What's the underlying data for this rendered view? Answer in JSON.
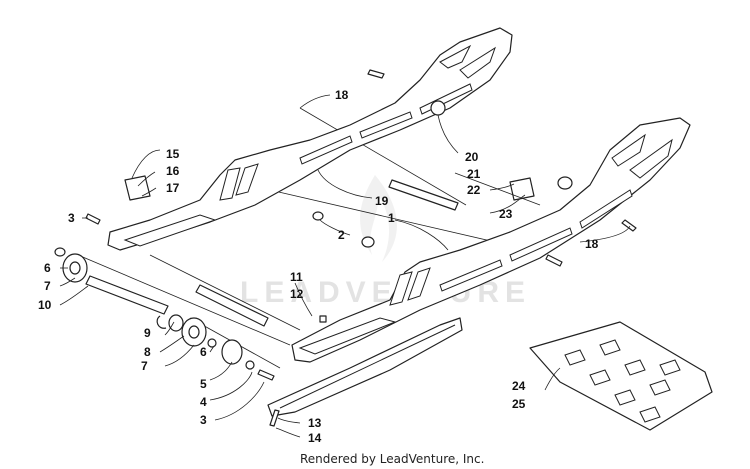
{
  "watermark": "LEADVENTURE",
  "credit": "Rendered by LeadVenture, Inc.",
  "callouts": [
    {
      "id": "c15",
      "text": "15"
    },
    {
      "id": "c16",
      "text": "16"
    },
    {
      "id": "c17",
      "text": "17"
    },
    {
      "id": "c18a",
      "text": "18"
    },
    {
      "id": "c18b",
      "text": "18"
    },
    {
      "id": "c20",
      "text": "20"
    },
    {
      "id": "c21",
      "text": "21"
    },
    {
      "id": "c22",
      "text": "22"
    },
    {
      "id": "c23",
      "text": "23"
    },
    {
      "id": "c19",
      "text": "19"
    },
    {
      "id": "c1",
      "text": "1"
    },
    {
      "id": "c2",
      "text": "2"
    },
    {
      "id": "c3a",
      "text": "3"
    },
    {
      "id": "c3b",
      "text": "3"
    },
    {
      "id": "c6a",
      "text": "6"
    },
    {
      "id": "c6b",
      "text": "6"
    },
    {
      "id": "c7a",
      "text": "7"
    },
    {
      "id": "c7b",
      "text": "7"
    },
    {
      "id": "c10",
      "text": "10"
    },
    {
      "id": "c11",
      "text": "11"
    },
    {
      "id": "c12",
      "text": "12"
    },
    {
      "id": "c9",
      "text": "9"
    },
    {
      "id": "c8",
      "text": "8"
    },
    {
      "id": "c5",
      "text": "5"
    },
    {
      "id": "c4",
      "text": "4"
    },
    {
      "id": "c13",
      "text": "13"
    },
    {
      "id": "c14",
      "text": "14"
    },
    {
      "id": "c24",
      "text": "24"
    },
    {
      "id": "c25",
      "text": "25"
    }
  ]
}
